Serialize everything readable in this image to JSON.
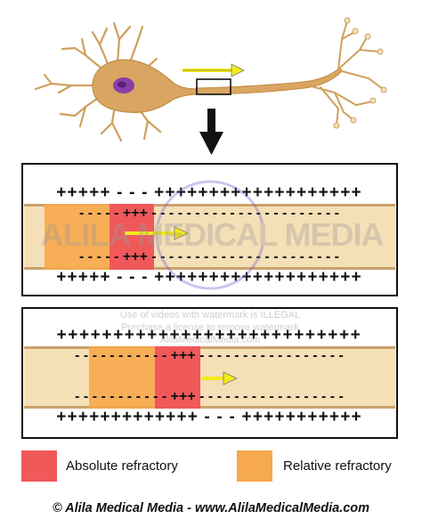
{
  "colors": {
    "absolute_refractory": "#f0585a",
    "relative_refractory": "#f7a94d",
    "axon_fill": "#f5dfb6",
    "axon_edge": "#c9a36a",
    "neuron_body": "#d8a661",
    "nucleus": "#8a3fa8",
    "signal_arrow": "#f3ea17",
    "panel_border": "#111111"
  },
  "panels": [
    {
      "top_row": "+++++ - - - +++++++++++++++++++",
      "inner_top_row": "- - - - - +++ - - - - - - - - - - - - - - - - - - - - - -",
      "inner_bottom_row": "- - - - - +++ - - - - - - - - - - - - - - - - - - - - - -",
      "bottom_row": "+++++ - - - +++++++++++++++++++"
    },
    {
      "top_row": "+++++++++++++++++++++++++++",
      "inner_top_row": "- - - - - - - - - - - +++ - - - - - - - - - - - - - - - - -",
      "inner_bottom_row": "- - - - - - - - - - - +++ - - - - - - - - - - - - - - - - -",
      "bottom_row": "+++++++++++++ - - - +++++++++++"
    }
  ],
  "legend": {
    "absolute_label": "Absolute refractory",
    "relative_label": "Relative refractory"
  },
  "watermark": {
    "logo_text": "ALILA MEDICAL MEDIA",
    "line1": "Use of videos with watermark is ILLEGAL",
    "line2": "Purchase a license to remove watermark",
    "line3": "AlilaMedicalMedia.com"
  },
  "footer": "© Alila Medical Media - www.AlilaMedicalMedia.com"
}
